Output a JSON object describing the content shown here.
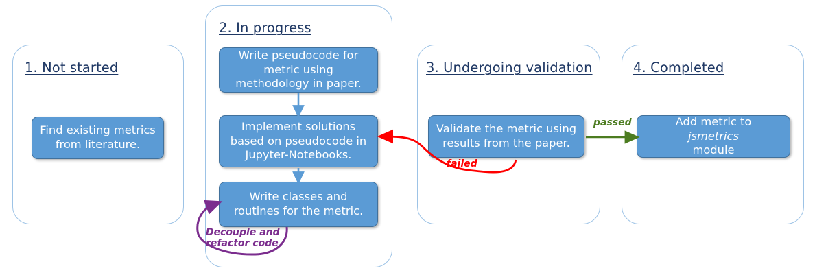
{
  "diagram": {
    "title_text_color": "#1F3864",
    "card_fill": "#5B9BD5",
    "card_border": "#41719C",
    "panel_border": "#9DC3E6",
    "panels": [
      {
        "id": "not-started",
        "title": "1. Not started",
        "cards": [
          {
            "id": "find-existing-metrics",
            "text": "Find existing metrics from literature."
          }
        ]
      },
      {
        "id": "in-progress",
        "title": "2. In progress",
        "cards": [
          {
            "id": "write-pseudocode",
            "text": "Write pseudocode for metric using methodology in paper."
          },
          {
            "id": "implement-solutions",
            "text": "Implement solutions based on pseudocode in Jupyter-Notebooks."
          },
          {
            "id": "write-classes",
            "text": "Write classes and routines for the metric."
          }
        ]
      },
      {
        "id": "undergoing-validation",
        "title": "3. Undergoing validation",
        "cards": [
          {
            "id": "validate-metric",
            "text": "Validate the metric using results from the paper."
          }
        ]
      },
      {
        "id": "completed",
        "title": "4. Completed",
        "cards": [
          {
            "id": "add-metric-module",
            "text_before": "Add metric to ",
            "text_italic": "jsmetrics",
            "text_after": " module"
          }
        ]
      }
    ],
    "edges": [
      {
        "id": "failed",
        "label": "failed",
        "color": "#FF0000",
        "from": "validate-metric",
        "to": "implement-solutions"
      },
      {
        "id": "passed",
        "label": "passed",
        "color": "#4C7C20",
        "from": "validate-metric",
        "to": "add-metric-module"
      },
      {
        "id": "refactor",
        "label_line1": "Decouple and",
        "label_line2": "refactor code",
        "color": "#7B2D8E",
        "from": "write-classes",
        "to": "write-classes"
      }
    ]
  }
}
